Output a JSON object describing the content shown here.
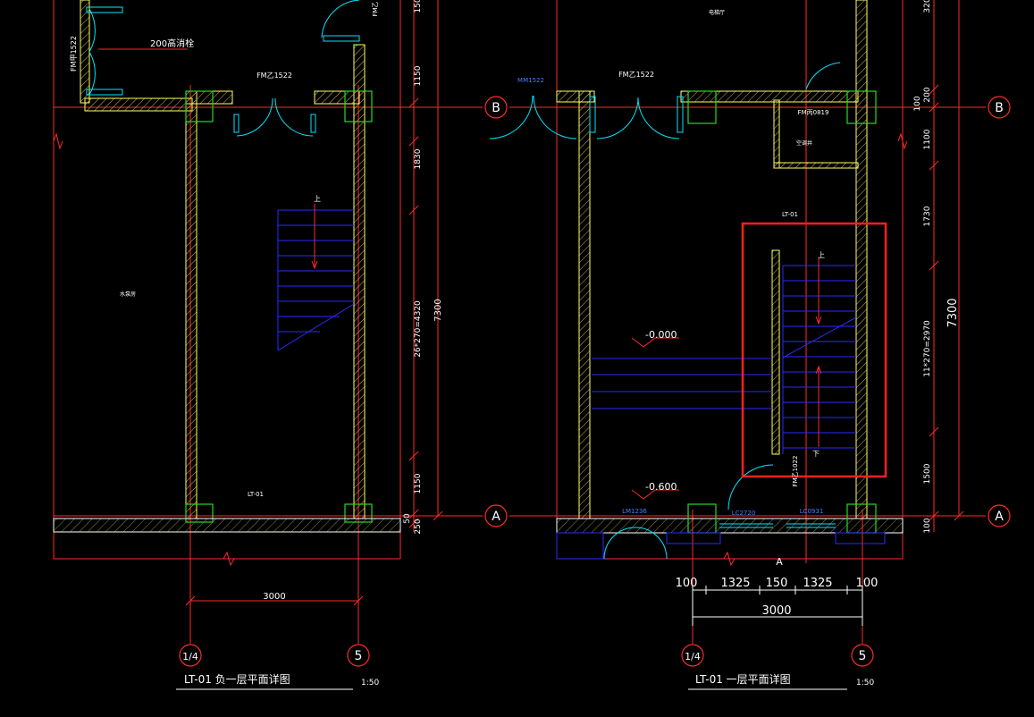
{
  "left_plan": {
    "title": "LT-01  负一层平面详图",
    "scale": "1:50",
    "labels": {
      "door_top_left": "FM甲1522",
      "door_top": "FM乙1522",
      "fire_hydrant": "200高消栓",
      "room": "水泵房",
      "stair": "LT-01",
      "up": "上",
      "door_far_top": "FM乙"
    },
    "dims_vertical": [
      "150",
      "1150",
      "1830",
      "26*270=4320",
      "1150",
      "50",
      "250"
    ],
    "dim_total_vertical": "7300",
    "dim_width": "3000",
    "axis_left": "1/4",
    "axis_right": "5"
  },
  "right_plan": {
    "title": "LT-01  一层平面详图",
    "scale": "1:50",
    "labels": {
      "door_outer": "MM1522",
      "door_top": "FM乙1522",
      "door_room": "FM丙0819",
      "room_top": "电梯厅",
      "room_small": "空调井",
      "stair": "LT-01",
      "up": "上",
      "down": "下",
      "door_side": "FM乙1022",
      "window_left": "LM1236",
      "window_mid": "LC2720",
      "window_right": "LC0931",
      "section_mark": "A"
    },
    "levels": [
      "-0.000",
      "-0.600"
    ],
    "dims_vertical": [
      "320",
      "200",
      "100",
      "1100",
      "1730",
      "11*270=2970",
      "1500",
      "100"
    ],
    "dim_total_vertical": "7300",
    "dims_horizontal": [
      "100",
      "1325",
      "150",
      "1325",
      "100"
    ],
    "dim_width": "3000",
    "axis_left": "1/4",
    "axis_right": "5"
  },
  "axis_marks": {
    "B": "B",
    "A": "A"
  },
  "colors": {
    "background": "#000000",
    "wall": "#ffff66",
    "hatch": "#c9b44a",
    "axis": "#ff2a2a",
    "stair": "#2a2aff",
    "door": "#00e5ff",
    "text": "#ffffff",
    "column": "#22dd22",
    "highlight": "#ff2020",
    "dimension": "#ffffff"
  }
}
